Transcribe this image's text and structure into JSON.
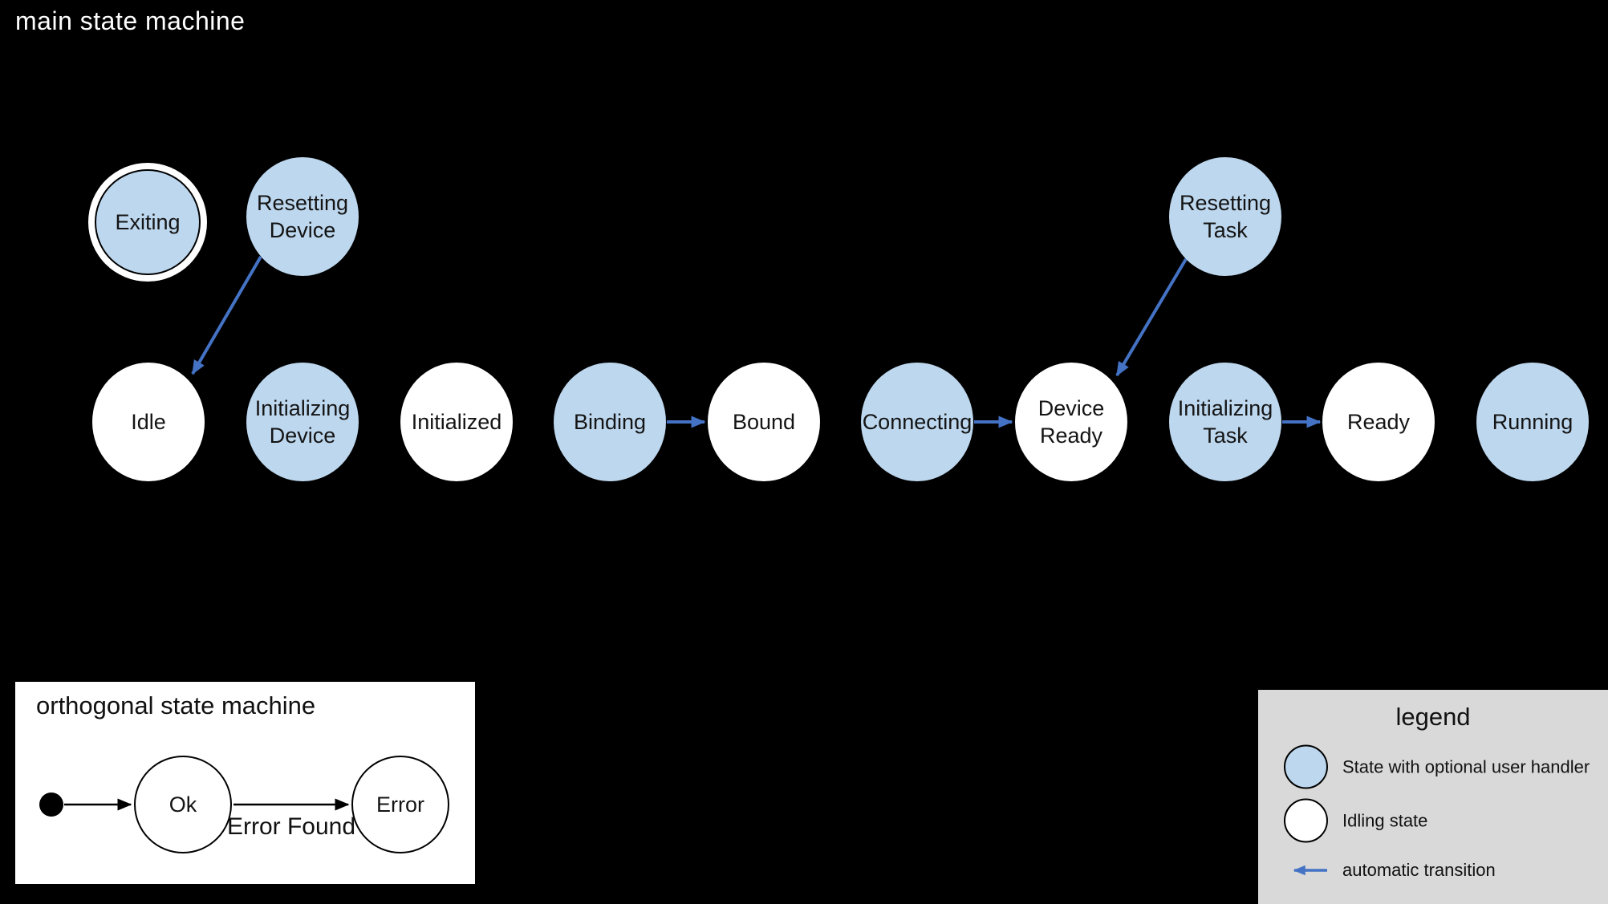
{
  "colors": {
    "background": "#000000",
    "user_handler_state_fill": "#bdd7ee",
    "idling_state_fill": "#ffffff",
    "automatic_transition": "#4472c4",
    "state_border": "#000000",
    "panel_background": "#ffffff",
    "legend_background": "#d9d9d9",
    "title_text": "#ffffff"
  },
  "main_machine": {
    "title": "main state machine",
    "states": [
      {
        "label": "Exiting",
        "type": "user-handler",
        "final": true
      },
      {
        "label": "Resetting\nDevice",
        "type": "user-handler"
      },
      {
        "label": "Resetting\nTask",
        "type": "user-handler"
      },
      {
        "label": "Idle",
        "type": "idling"
      },
      {
        "label": "Initializing\nDevice",
        "type": "user-handler"
      },
      {
        "label": "Initialized",
        "type": "idling"
      },
      {
        "label": "Binding",
        "type": "user-handler"
      },
      {
        "label": "Bound",
        "type": "idling"
      },
      {
        "label": "Connecting",
        "type": "user-handler"
      },
      {
        "label": "Device\nReady",
        "type": "idling"
      },
      {
        "label": "Initializing\nTask",
        "type": "user-handler"
      },
      {
        "label": "Ready",
        "type": "idling"
      },
      {
        "label": "Running",
        "type": "user-handler"
      }
    ],
    "transitions": [
      {
        "from": "Resetting Device",
        "to": "Idle",
        "kind": "automatic"
      },
      {
        "from": "Resetting Task",
        "to": "Device Ready",
        "kind": "automatic"
      },
      {
        "from": "Binding",
        "to": "Bound",
        "kind": "automatic"
      },
      {
        "from": "Connecting",
        "to": "Device Ready",
        "kind": "automatic"
      },
      {
        "from": "Initializing Task",
        "to": "Ready",
        "kind": "automatic"
      }
    ]
  },
  "orthogonal_machine": {
    "title": "orthogonal state machine",
    "states": [
      {
        "label": "Ok",
        "type": "idling"
      },
      {
        "label": "Error",
        "type": "idling"
      }
    ],
    "transition_label": "Error Found"
  },
  "legend": {
    "title": "legend",
    "items": [
      {
        "swatch": "user-handler-state",
        "label": "State with optional user handler"
      },
      {
        "swatch": "idling-state",
        "label": "Idling state"
      },
      {
        "swatch": "automatic-transition-arrow",
        "label": "automatic transition"
      }
    ]
  }
}
